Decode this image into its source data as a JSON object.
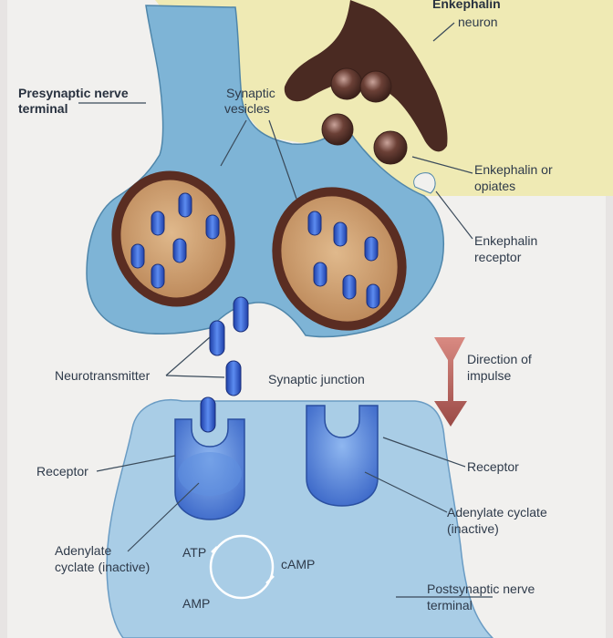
{
  "labels": {
    "enkephalin_neuron_l1": "Enkephalin",
    "enkephalin_neuron_l2": "neuron",
    "presynaptic_l1": "Presynaptic nerve",
    "presynaptic_l2": "terminal",
    "synaptic_vesicles_l1": "Synaptic",
    "synaptic_vesicles_l2": "vesicles",
    "enkephalin_opiates_l1": "Enkephalin or",
    "enkephalin_opiates_l2": "opiates",
    "enkephalin_receptor_l1": "Enkephalin",
    "enkephalin_receptor_l2": "receptor",
    "direction_l1": "Direction of",
    "direction_l2": "impulse",
    "neurotransmitter": "Neurotransmitter",
    "synaptic_junction": "Synaptic junction",
    "receptor_left": "Receptor",
    "receptor_right": "Receptor",
    "adenylate_right_l1": "Adenylate cyclate",
    "adenylate_right_l2": "(inactive)",
    "adenylate_left_l1": "Adenylate",
    "adenylate_left_l2": "cyclate (inactive)",
    "atp": "ATP",
    "camp": "cAMP",
    "amp": "AMP",
    "postsynaptic_l1": "Postsynaptic nerve",
    "postsynaptic_l2": "terminal"
  },
  "colors": {
    "background": "#e7e4e3",
    "paper": "#f1f0ee",
    "yellow_region": "#efeab4",
    "presynaptic_fill": "#7eb4d6",
    "postsynaptic_fill": "#a9cde6",
    "vesicle_tan": "#c99a6a",
    "vesicle_rim": "#5a2d22",
    "neurotransmitter": "#2a55c8",
    "enkephalin_neuron": "#4a2a22",
    "arrow": "#c25a55"
  }
}
